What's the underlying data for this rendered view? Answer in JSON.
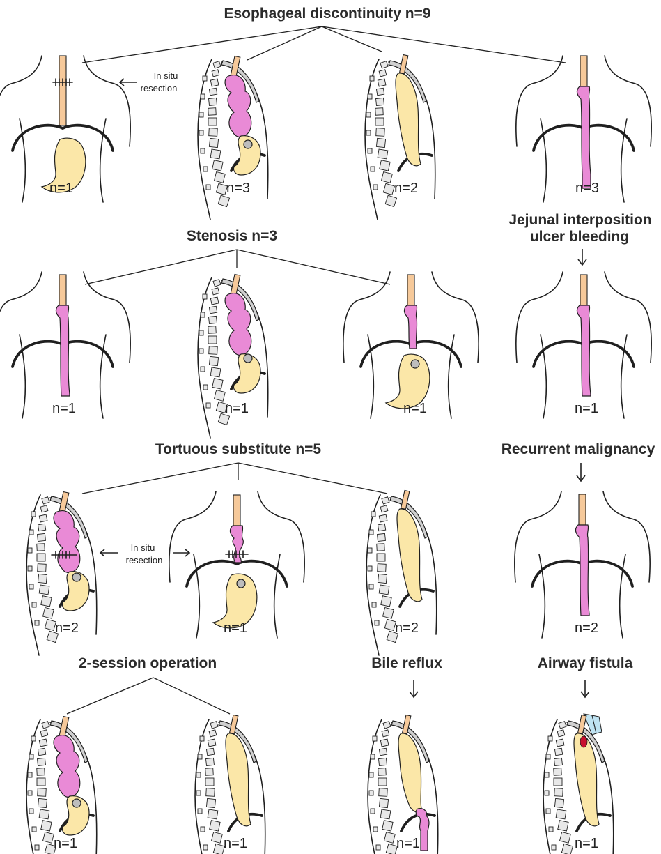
{
  "rows": [
    {
      "groups": [
        {
          "title": "Esophageal discontinuity n=9",
          "title_lines": [
            "Esophageal discontinuity n=9"
          ]
        }
      ],
      "panels": [
        {
          "view": "front",
          "substitute": "none",
          "suture": true,
          "count": "n=1"
        },
        {
          "view": "side",
          "substitute": "colon",
          "count": "n=3"
        },
        {
          "view": "side",
          "substitute": "gastric-tube",
          "count": "n=2"
        },
        {
          "view": "front",
          "substitute": "jejunum",
          "count": "n=3"
        }
      ],
      "annotation": {
        "lines": [
          "In situ",
          "resection"
        ]
      }
    },
    {
      "groups": [
        {
          "title": "Stenosis n=3",
          "title_lines": [
            "Stenosis n=3"
          ]
        },
        {
          "title": "Jejunal interposition ulcer bleeding",
          "title_lines": [
            "Jejunal interposition",
            "ulcer bleeding"
          ]
        }
      ],
      "panels": [
        {
          "view": "front",
          "substitute": "jejunum",
          "count": "n=1"
        },
        {
          "view": "side",
          "substitute": "colon",
          "count": "n=1"
        },
        {
          "view": "front",
          "substitute": "jejunum-stomach",
          "count": "n=1"
        },
        {
          "view": "front",
          "substitute": "jejunum",
          "count": "n=1"
        }
      ]
    },
    {
      "groups": [
        {
          "title": "Tortuous substitute n=5",
          "title_lines": [
            "Tortuous substitute n=5"
          ]
        },
        {
          "title": "Recurrent malignancy",
          "title_lines": [
            "Recurrent malignancy"
          ]
        }
      ],
      "panels": [
        {
          "view": "side",
          "substitute": "colon",
          "suture": true,
          "count": "n=2"
        },
        {
          "view": "front",
          "substitute": "jejunum-stomach",
          "suture": true,
          "count": "n=1"
        },
        {
          "view": "side",
          "substitute": "gastric-tube",
          "count": "n=2"
        },
        {
          "view": "front",
          "substitute": "jejunum",
          "count": "n=2"
        }
      ],
      "annotation": {
        "lines": [
          "In situ",
          "resection"
        ]
      }
    },
    {
      "groups": [
        {
          "title": "2-session operation",
          "title_lines": [
            "2-session operation"
          ]
        },
        {
          "title": "Bile reflux",
          "title_lines": [
            "Bile reflux"
          ]
        },
        {
          "title": "Airway fistula",
          "title_lines": [
            "Airway fistula"
          ]
        }
      ],
      "panels": [
        {
          "view": "side",
          "substitute": "colon",
          "count": "n=1"
        },
        {
          "view": "side",
          "substitute": "gastric-tube",
          "count": "n=1"
        },
        {
          "view": "side",
          "substitute": "gastric-jejunum",
          "count": "n=1"
        },
        {
          "view": "side",
          "substitute": "gastric-fistula",
          "count": "n=1"
        }
      ]
    }
  ],
  "colors": {
    "esophagus": "#f6c99a",
    "jejunum": "#e98ad6",
    "stomach": "#fbe7a8",
    "vertebra": "#e8e8e8",
    "airway": "#bfe3f2",
    "fistula": "#c8102e",
    "text": "#222222"
  }
}
